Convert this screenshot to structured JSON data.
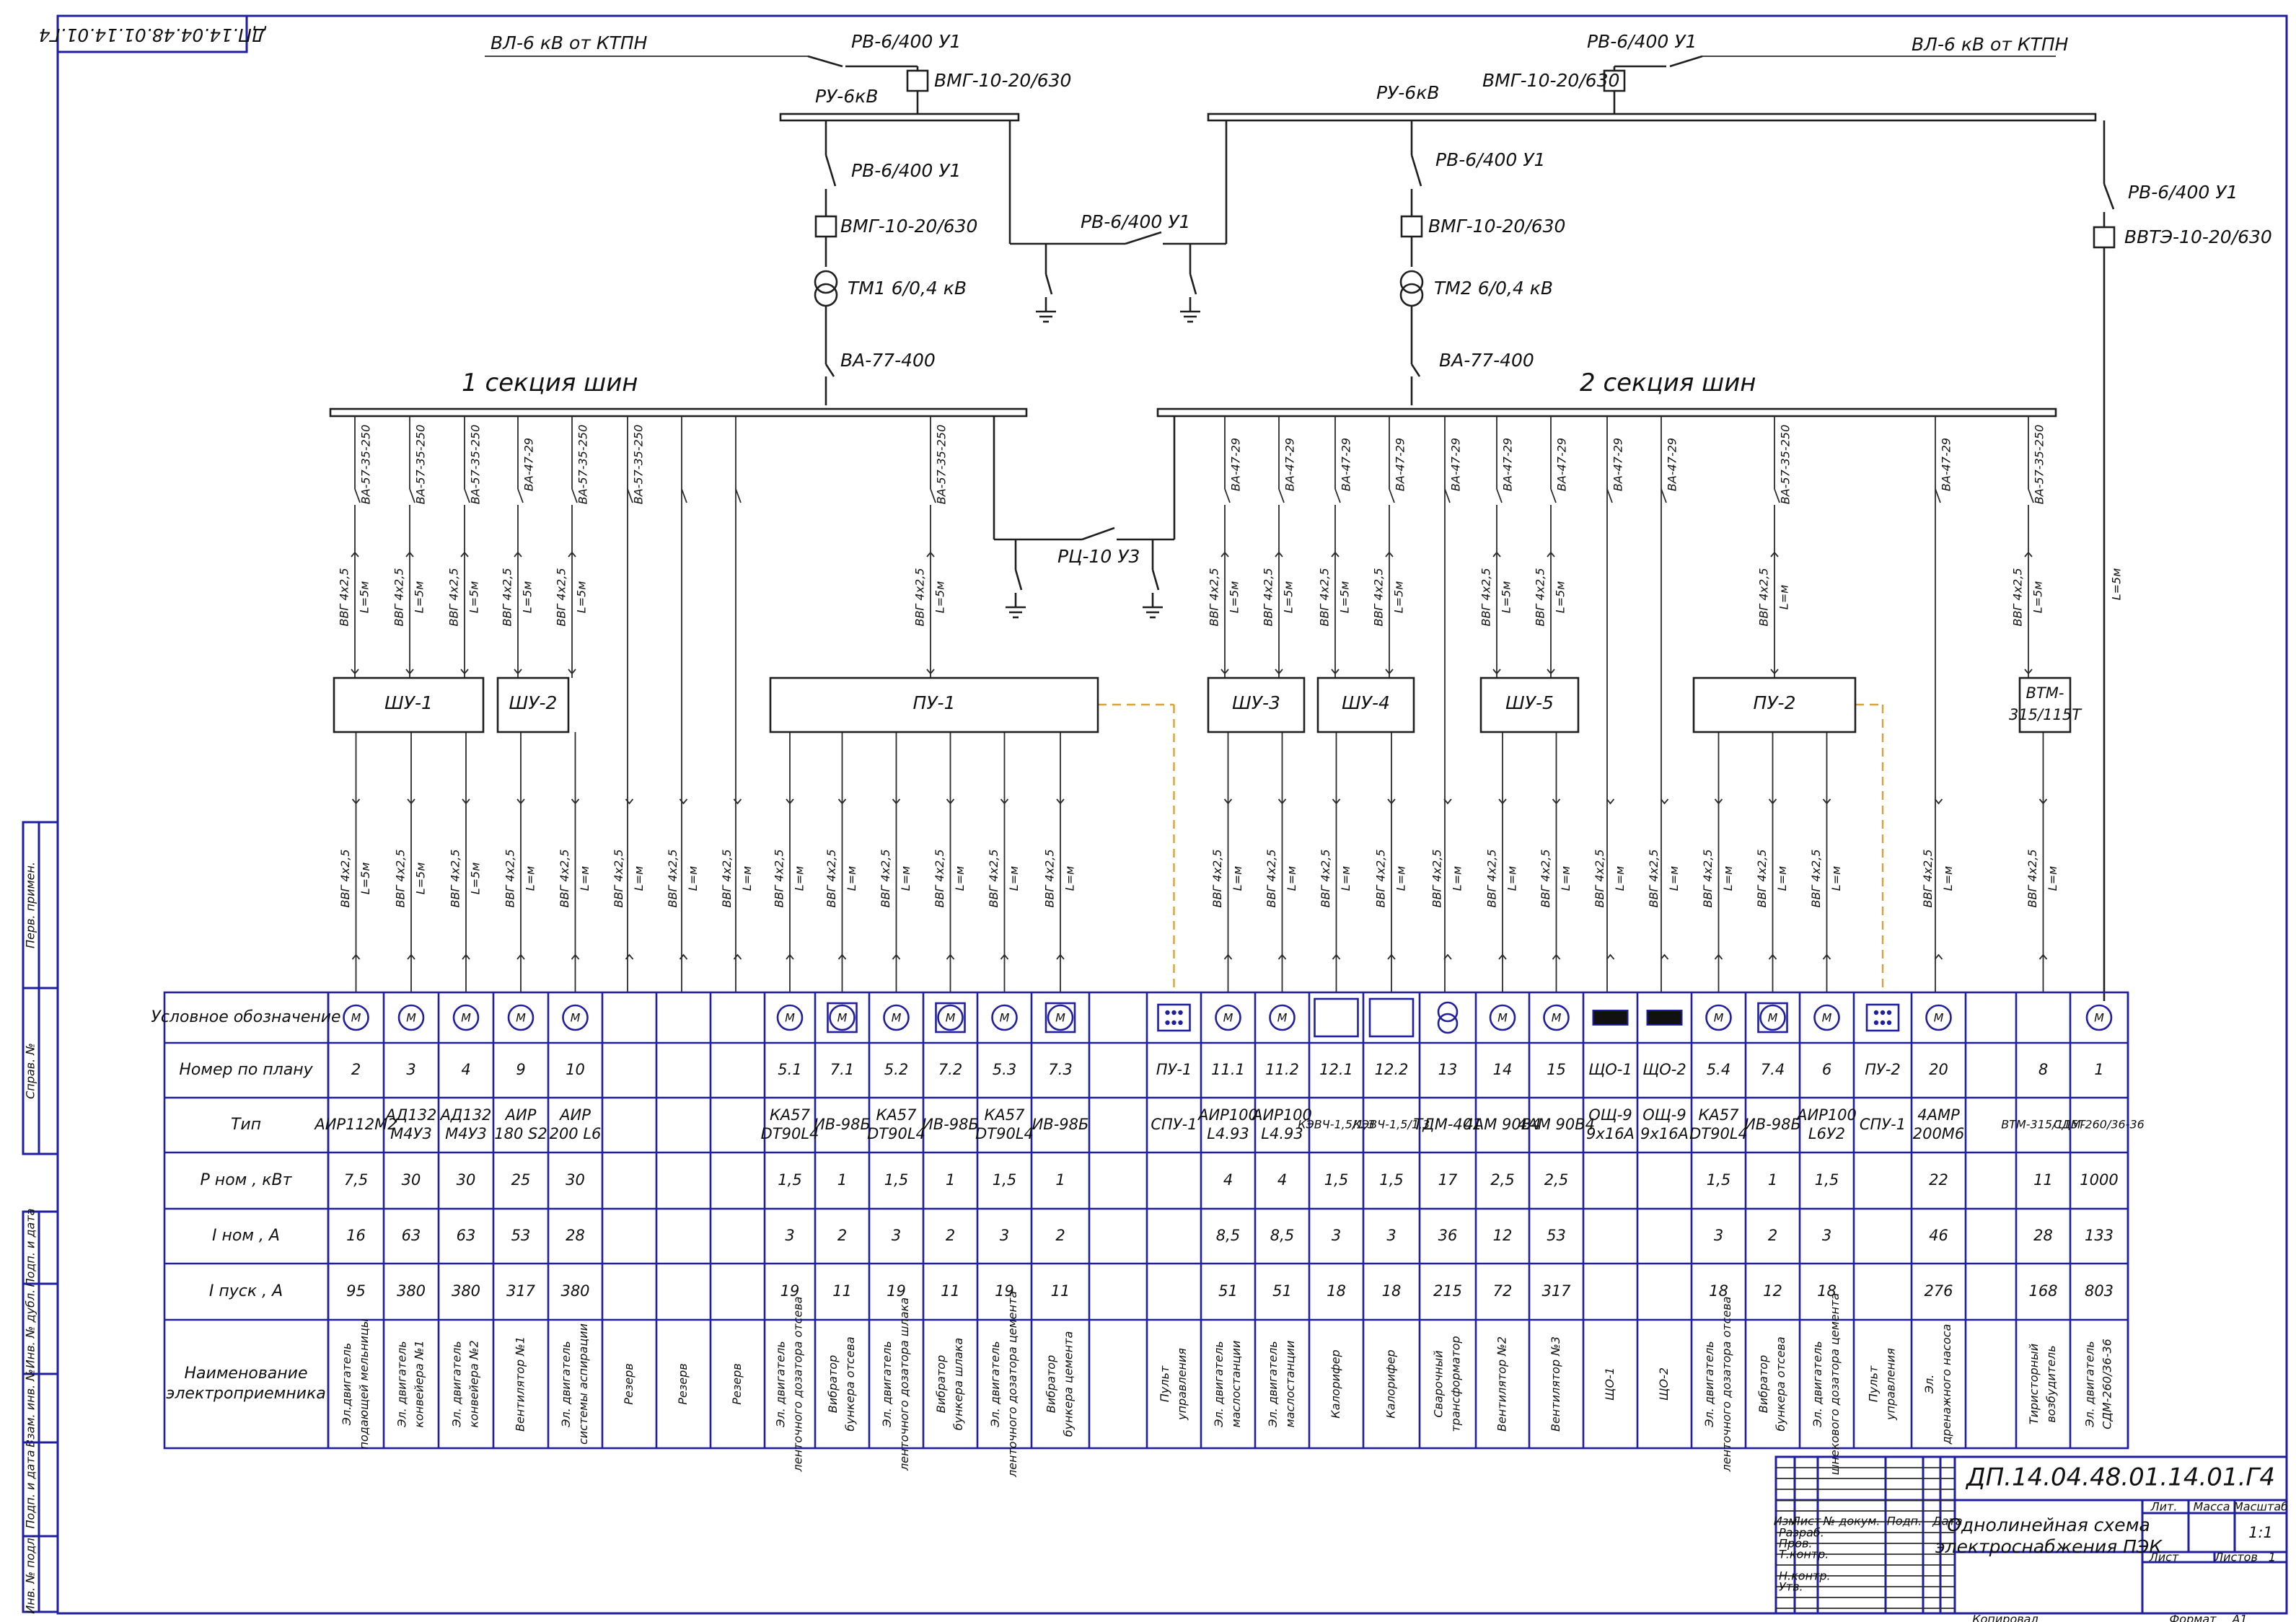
{
  "header": {
    "stamp": "ДП.14.04.48.01.14.01.Г4",
    "feeder_left": "ВЛ-6 кВ  от КТПН",
    "feeder_right": "ВЛ-6 кВ  от КТПН"
  },
  "hv": {
    "rv": "РВ-6/400 У1",
    "vmg": "ВМГ-10-20/630",
    "ru": "РУ-6кВ",
    "tm1": "ТМ1 6/0,4 кВ",
    "tm2": "ТМ2 6/0,4 кВ",
    "vvte": "ВВТЭ-10-20/630",
    "va_main": "ВА-77-400",
    "tie": "РВ-6/400 У1",
    "rc": "РЦ-10 У3"
  },
  "bus": {
    "section1": "1 секция шин",
    "section2": "2 секция шин"
  },
  "cabinets": [
    "ШУ-1",
    "ШУ-2",
    "ПУ-1",
    "ШУ-3",
    "ШУ-4",
    "ШУ-5",
    "ПУ-2",
    "ВТМ-315/115Т"
  ],
  "breaker_labels": {
    "b1": "ВА-57-35-250",
    "b2": "ВА-47-29"
  },
  "cable": {
    "type": "ВВГ 4х2,5",
    "len5": "L=5м",
    "lenm": "L=м"
  },
  "table": {
    "row_headers": [
      "Условное обозначение",
      "Номер по плану",
      "Тип",
      "P ном , кВт",
      "I ном , А",
      "I пуск , А",
      "Наименование электроприемника"
    ],
    "columns": [
      {
        "sym": "M",
        "num": "2",
        "type": "АИР112М2",
        "p": "7,5",
        "inom": "16",
        "ipusk": "95",
        "name": "Эл.двигатель подающей мельницы"
      },
      {
        "sym": "M",
        "num": "3",
        "type": "АД132 М4У3",
        "p": "30",
        "inom": "63",
        "ipusk": "380",
        "name": "Эл. двигатель конвейера №1"
      },
      {
        "sym": "M",
        "num": "4",
        "type": "АД132 М4У3",
        "p": "30",
        "inom": "63",
        "ipusk": "380",
        "name": "Эл. двигатель конвейера №2"
      },
      {
        "sym": "M",
        "num": "9",
        "type": "АИР 180 S2",
        "p": "25",
        "inom": "53",
        "ipusk": "317",
        "name": "Вентилятор №1"
      },
      {
        "sym": "M",
        "num": "10",
        "type": "АИР 200 L6",
        "p": "30",
        "inom": "28",
        "ipusk": "380",
        "name": "Эл. двигатель системы аспирации"
      },
      {
        "sym": "",
        "num": "",
        "type": "",
        "p": "",
        "inom": "",
        "ipusk": "",
        "name": "Резерв"
      },
      {
        "sym": "",
        "num": "",
        "type": "",
        "p": "",
        "inom": "",
        "ipusk": "",
        "name": "Резерв"
      },
      {
        "sym": "",
        "num": "",
        "type": "",
        "p": "",
        "inom": "",
        "ipusk": "",
        "name": "Резерв"
      },
      {
        "sym": "M",
        "num": "5.1",
        "type": "КА57 DT90L4",
        "p": "1,5",
        "inom": "3",
        "ipusk": "19",
        "name": "Эл. двигатель ленточного дозатора отсева"
      },
      {
        "sym": "Mb",
        "num": "7.1",
        "type": "ИВ-98Б",
        "p": "1",
        "inom": "2",
        "ipusk": "11",
        "name": "Вибратор бункера отсева"
      },
      {
        "sym": "M",
        "num": "5.2",
        "type": "КА57 DT90L4",
        "p": "1,5",
        "inom": "3",
        "ipusk": "19",
        "name": "Эл. двигатель ленточного дозатора шлака"
      },
      {
        "sym": "Mb",
        "num": "7.2",
        "type": "ИВ-98Б",
        "p": "1",
        "inom": "2",
        "ipusk": "11",
        "name": "Вибратор бункера шлака"
      },
      {
        "sym": "M",
        "num": "5.3",
        "type": "КА57 DT90L4",
        "p": "1,5",
        "inom": "3",
        "ipusk": "19",
        "name": "Эл. двигатель ленточного дозатора цемента"
      },
      {
        "sym": "Mb",
        "num": "7.3",
        "type": "ИВ-98Б",
        "p": "1",
        "inom": "2",
        "ipusk": "11",
        "name": "Вибратор бункера цемента"
      },
      {
        "sym": "panel",
        "num": "ПУ-1",
        "type": "СПУ-1",
        "p": "",
        "inom": "",
        "ipusk": "",
        "name": "Пульт управления"
      },
      {
        "sym": "M",
        "num": "11.1",
        "type": "АИР100 L4.93",
        "p": "4",
        "inom": "8,5",
        "ipusk": "51",
        "name": "Эл. двигатель маслостанции"
      },
      {
        "sym": "M",
        "num": "11.2",
        "type": "АИР100 L4.93",
        "p": "4",
        "inom": "8,5",
        "ipusk": "51",
        "name": "Эл. двигатель маслостанции"
      },
      {
        "sym": "box",
        "num": "12.1",
        "type": "КЭВЧ-1,5/1,3",
        "p": "1,5",
        "inom": "3",
        "ipusk": "18",
        "name": "Калорифер"
      },
      {
        "sym": "box",
        "num": "12.2",
        "type": "КЭВЧ-1,5/1,3",
        "p": "1,5",
        "inom": "3",
        "ipusk": "18",
        "name": "Калорифер"
      },
      {
        "sym": "tr",
        "num": "13",
        "type": "ТДМ-401",
        "p": "17",
        "inom": "36",
        "ipusk": "215",
        "name": "Сварочный трансформатор"
      },
      {
        "sym": "M",
        "num": "14",
        "type": "4АМ 90В4",
        "p": "2,5",
        "inom": "12",
        "ipusk": "72",
        "name": "Вентилятор №2"
      },
      {
        "sym": "M",
        "num": "15",
        "type": "4АМ 90В4",
        "p": "2,5",
        "inom": "53",
        "ipusk": "317",
        "name": "Вентилятор №3"
      },
      {
        "sym": "lamp",
        "num": "ЩО-1",
        "type": "ОЩ-9 9х16А",
        "p": "",
        "inom": "",
        "ipusk": "",
        "name": "ЩО-1"
      },
      {
        "sym": "lamp",
        "num": "ЩО-2",
        "type": "ОЩ-9 9х16А",
        "p": "",
        "inom": "",
        "ipusk": "",
        "name": "ЩО-2"
      },
      {
        "sym": "M",
        "num": "5.4",
        "type": "КА57 DT90L4",
        "p": "1,5",
        "inom": "3",
        "ipusk": "18",
        "name": "Эл. двигатель ленточного дозатора отсева"
      },
      {
        "sym": "Mb",
        "num": "7.4",
        "type": "ИВ-98Б",
        "p": "1",
        "inom": "2",
        "ipusk": "12",
        "name": "Вибратор бункера отсева"
      },
      {
        "sym": "M",
        "num": "6",
        "type": "АИР100 L6У2",
        "p": "1,5",
        "inom": "3",
        "ipusk": "18",
        "name": "Эл. двигатель шнекового дозатора цемента"
      },
      {
        "sym": "panel",
        "num": "ПУ-2",
        "type": "СПУ-1",
        "p": "",
        "inom": "",
        "ipusk": "",
        "name": "Пульт управления"
      },
      {
        "sym": "M",
        "num": "20",
        "type": "4АМР 200М6",
        "p": "22",
        "inom": "46",
        "ipusk": "276",
        "name": "Эл. дренажного насоса"
      },
      {
        "sym": "",
        "num": "8",
        "type": "ВТМ-315/115Т",
        "p": "11",
        "inom": "28",
        "ipusk": "168",
        "name": "Тиристорный возбудитель"
      },
      {
        "sym": "M",
        "num": "1",
        "type": "СДМ-260/36-36",
        "p": "1000",
        "inom": "133",
        "ipusk": "803",
        "name": "Эл. двигатель СДМ-260/36-36"
      }
    ]
  },
  "side_stamp": [
    "Перв. примен.",
    "Справ. №",
    "Подп. и дата",
    "Инв. № дубл.",
    "Взам. инв. №",
    "Подп. и дата",
    "Инв. № подл."
  ],
  "title_block": {
    "code": "ДП.14.04.48.01.14.01.Г4",
    "title_line1": "Однолинейная схема",
    "title_line2": "электроснабжения ПЭК",
    "hdr_cols": [
      "Изм",
      "Лист",
      "№ докум.",
      "Подп.",
      "Дата"
    ],
    "roles": [
      "Разраб.",
      "Пров.",
      "Т.контр.",
      "",
      "Н.контр.",
      "Утв."
    ],
    "lit": "Лит.",
    "massa": "Масса",
    "scale": "Масштаб",
    "scale_val": "1:1",
    "sheet": "Лист",
    "sheets": "Листов",
    "sheets_val": "1",
    "copied": "Копировал",
    "format": "Формат",
    "format_val": "А1"
  }
}
